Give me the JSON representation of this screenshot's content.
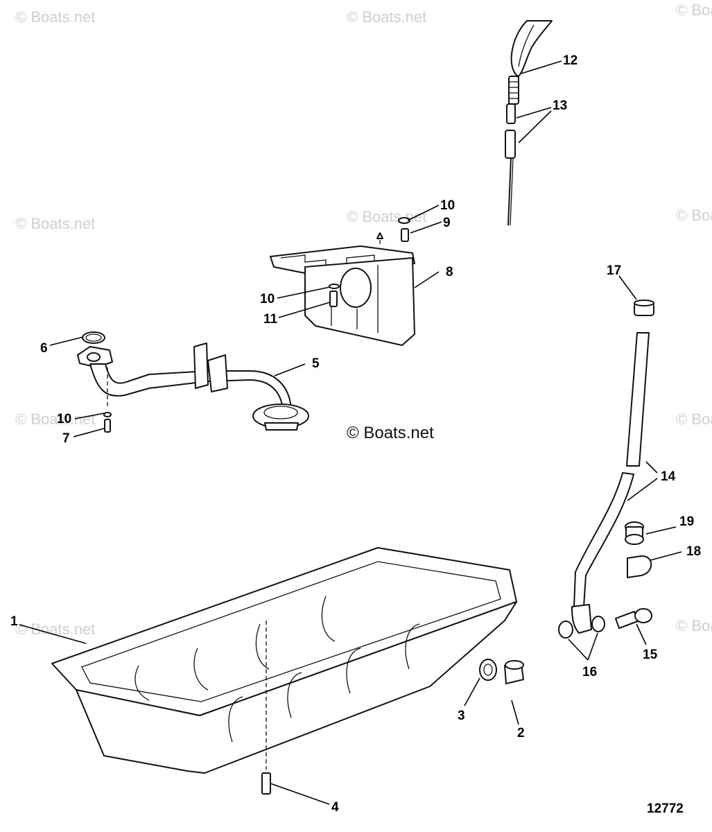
{
  "watermark": {
    "text": "© Boats.net",
    "main_text": "© Boats.net"
  },
  "figure_number": "12772",
  "callouts": {
    "c1": "1",
    "c2": "2",
    "c3": "3",
    "c4": "4",
    "c5": "5",
    "c6": "6",
    "c7": "7",
    "c8": "8",
    "c9": "9",
    "c10a": "10",
    "c10b": "10",
    "c10c": "10",
    "c11": "11",
    "c12": "12",
    "c13": "13",
    "c14": "14",
    "c15": "15",
    "c16": "16",
    "c17": "17",
    "c18": "18",
    "c19": "19"
  }
}
